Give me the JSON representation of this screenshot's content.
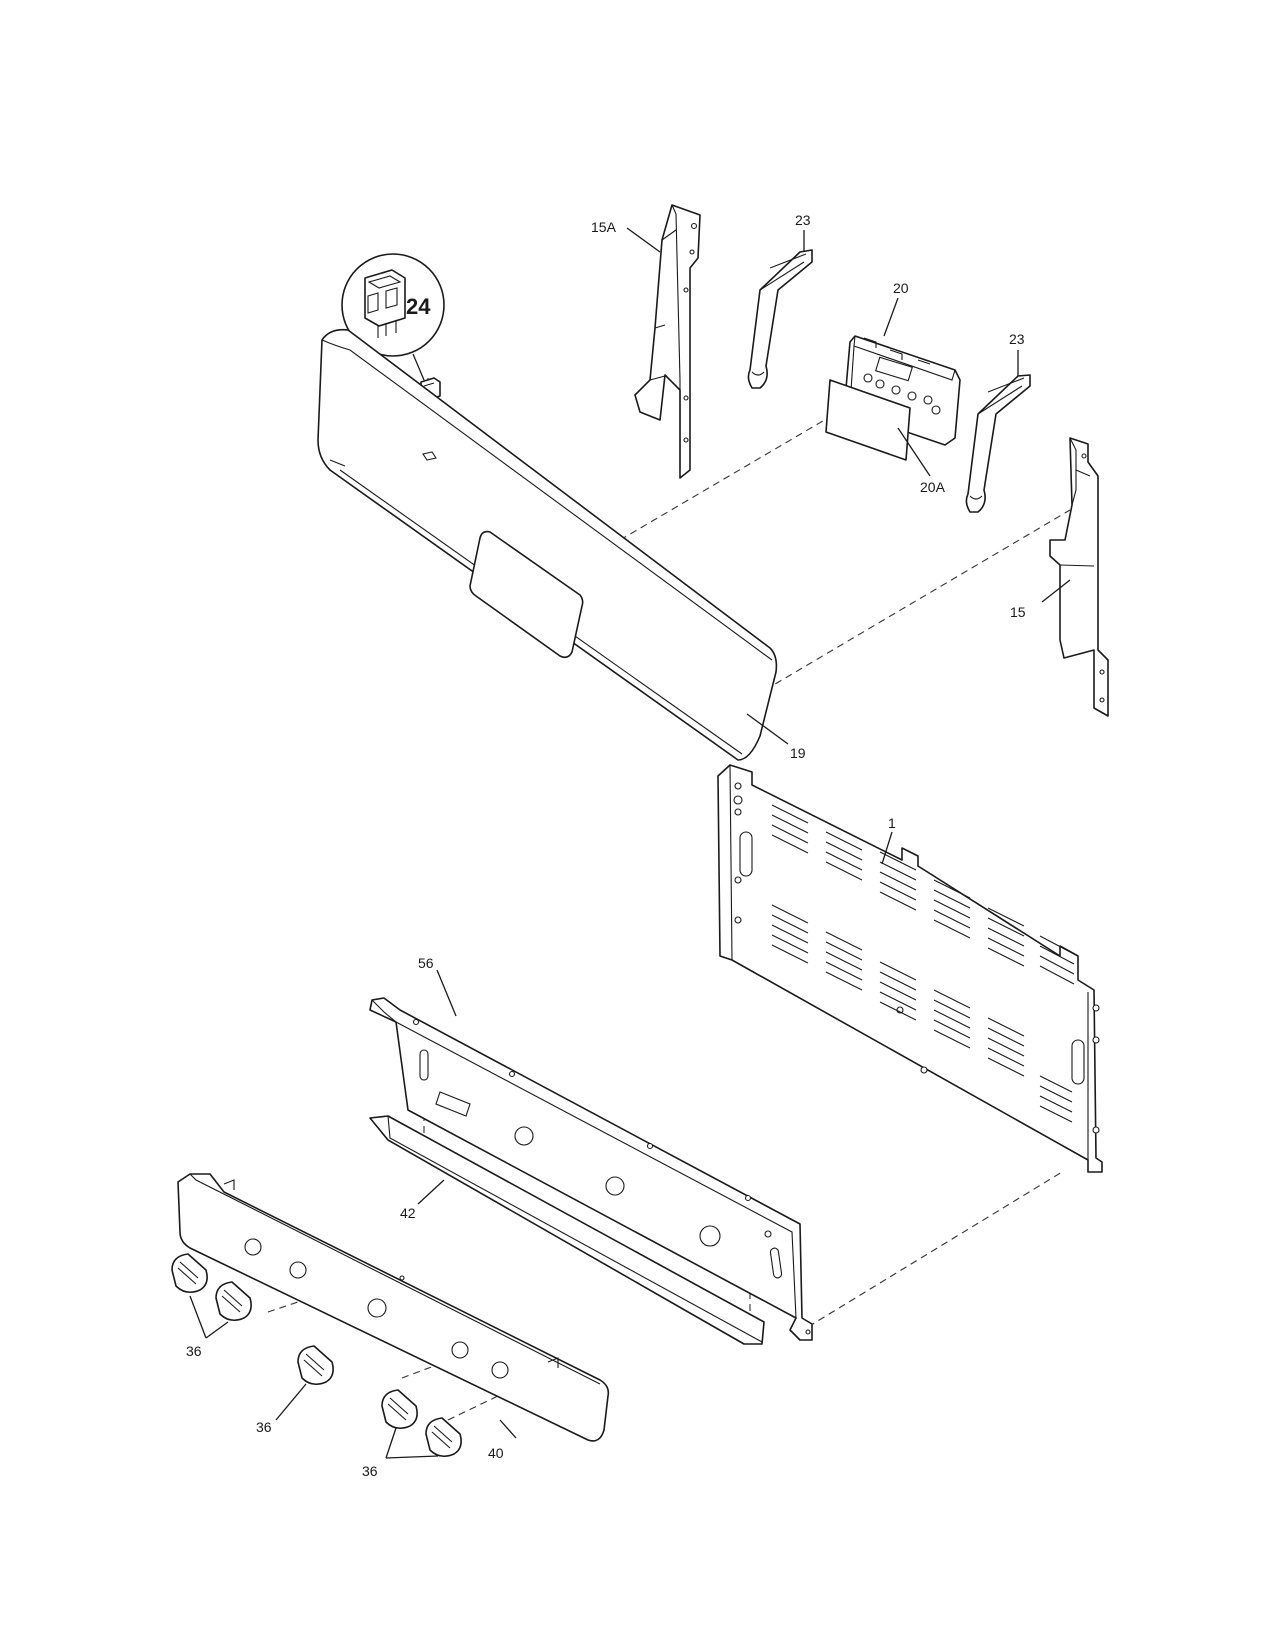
{
  "labels": {
    "p1": "1",
    "p15": "15",
    "p15a": "15A",
    "p19": "19",
    "p20": "20",
    "p20a": "20A",
    "p23_left": "23",
    "p23_right": "23",
    "p24": "24",
    "p36_a": "36",
    "p36_b": "36",
    "p36_c": "36",
    "p40": "40",
    "p42": "42",
    "p56": "56"
  }
}
